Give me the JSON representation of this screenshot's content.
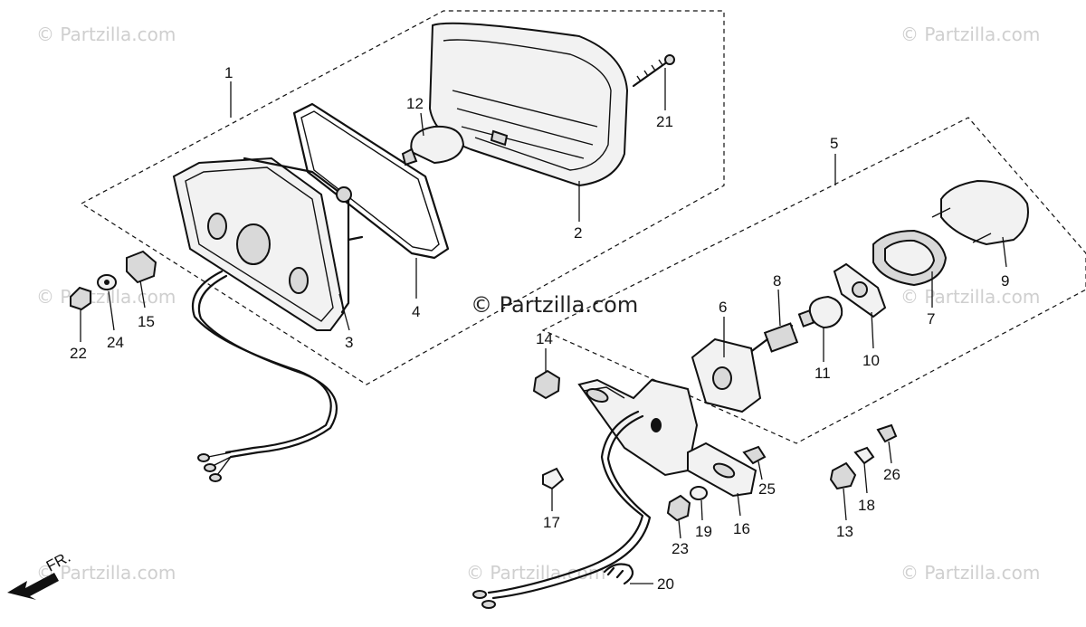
{
  "watermark": {
    "brand": "© Partzilla.com"
  },
  "direction_label": "FR.",
  "callouts": [
    {
      "id": "1",
      "label": "1"
    },
    {
      "id": "2",
      "label": "2"
    },
    {
      "id": "3",
      "label": "3"
    },
    {
      "id": "4",
      "label": "4"
    },
    {
      "id": "5",
      "label": "5"
    },
    {
      "id": "6",
      "label": "6"
    },
    {
      "id": "7",
      "label": "7"
    },
    {
      "id": "8",
      "label": "8"
    },
    {
      "id": "9",
      "label": "9"
    },
    {
      "id": "10",
      "label": "10"
    },
    {
      "id": "11",
      "label": "11"
    },
    {
      "id": "12",
      "label": "12"
    },
    {
      "id": "13",
      "label": "13"
    },
    {
      "id": "14",
      "label": "14"
    },
    {
      "id": "15",
      "label": "15"
    },
    {
      "id": "16",
      "label": "16"
    },
    {
      "id": "17",
      "label": "17"
    },
    {
      "id": "18",
      "label": "18"
    },
    {
      "id": "19",
      "label": "19"
    },
    {
      "id": "20",
      "label": "20"
    },
    {
      "id": "21",
      "label": "21"
    },
    {
      "id": "22",
      "label": "22"
    },
    {
      "id": "23",
      "label": "23"
    },
    {
      "id": "24",
      "label": "24"
    },
    {
      "id": "25",
      "label": "25"
    },
    {
      "id": "26",
      "label": "26"
    }
  ]
}
